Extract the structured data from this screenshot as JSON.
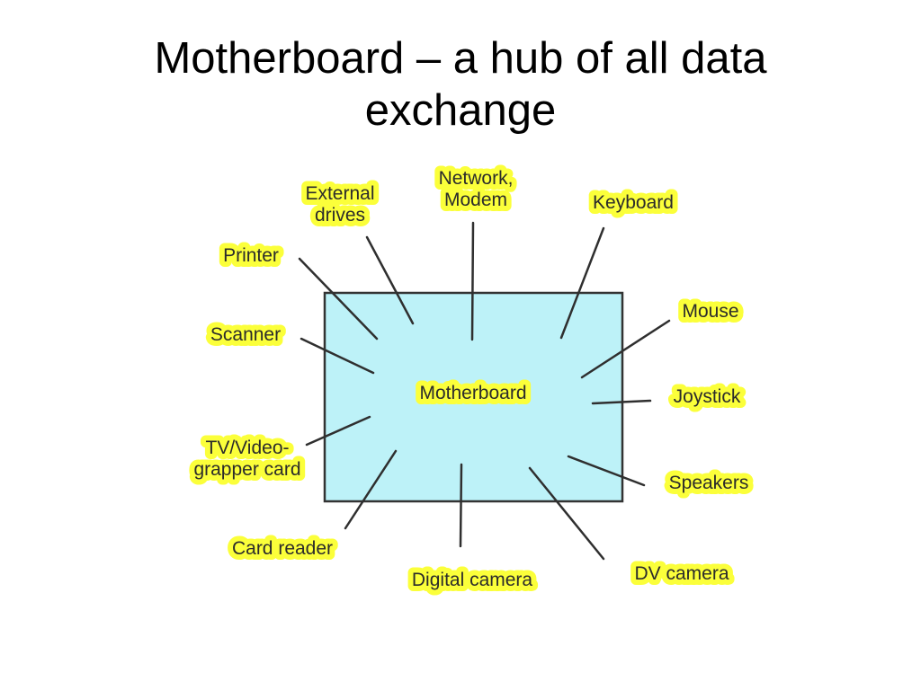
{
  "title": "Motherboard – a hub of all data exchange",
  "diagram": {
    "hub_label": "Motherboard",
    "hub_fill": "#bdf2f8",
    "label_highlight": "#fbff3a",
    "nodes": [
      {
        "id": "external-drives",
        "lines": [
          "External",
          "drives"
        ]
      },
      {
        "id": "network-modem",
        "lines": [
          "Network,",
          "Modem"
        ]
      },
      {
        "id": "keyboard",
        "lines": [
          "Keyboard"
        ]
      },
      {
        "id": "printer",
        "lines": [
          "Printer"
        ]
      },
      {
        "id": "mouse",
        "lines": [
          "Mouse"
        ]
      },
      {
        "id": "scanner",
        "lines": [
          "Scanner"
        ]
      },
      {
        "id": "joystick",
        "lines": [
          "Joystick"
        ]
      },
      {
        "id": "tv-video",
        "lines": [
          "TV/Video-",
          "grapper card"
        ]
      },
      {
        "id": "speakers",
        "lines": [
          "Speakers"
        ]
      },
      {
        "id": "card-reader",
        "lines": [
          "Card reader"
        ]
      },
      {
        "id": "digital-camera",
        "lines": [
          "Digital camera"
        ]
      },
      {
        "id": "dv-camera",
        "lines": [
          "DV camera"
        ]
      }
    ]
  }
}
